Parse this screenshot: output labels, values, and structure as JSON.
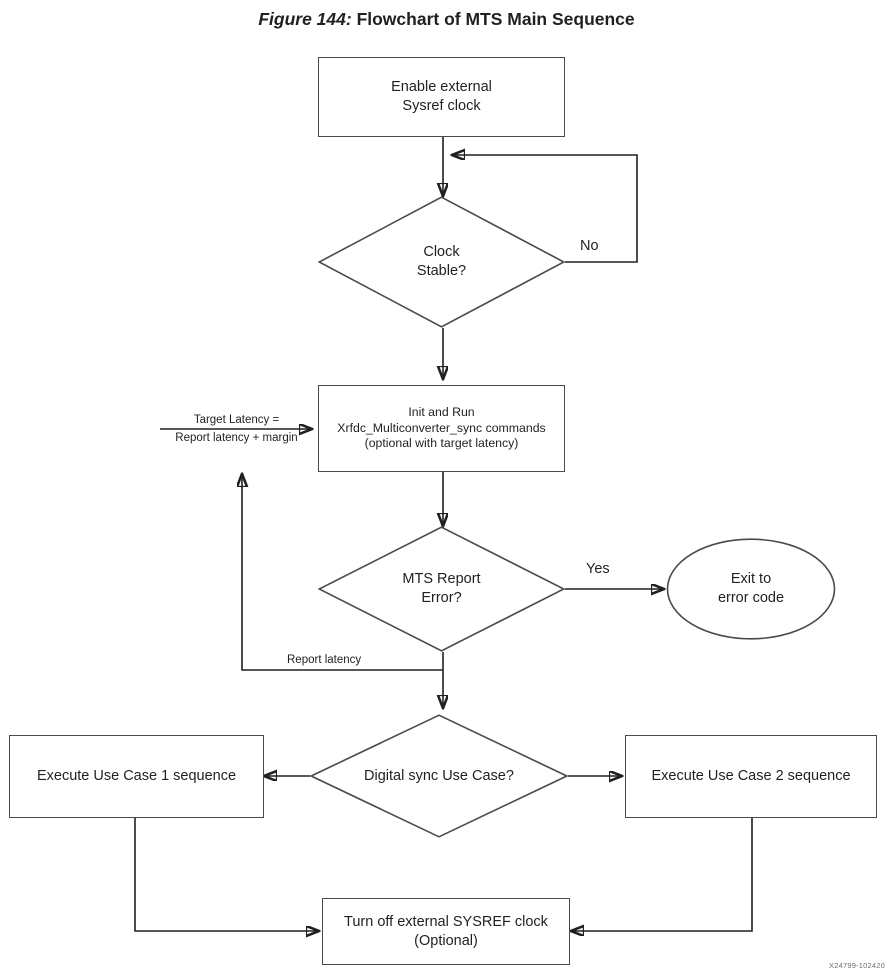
{
  "figure": {
    "number": "Figure 144:",
    "caption": "Flowchart of MTS Main Sequence",
    "code": "X24799-102420"
  },
  "chart_data": {
    "type": "diagram",
    "diagram_type": "flowchart",
    "title": "Flowchart of MTS Main Sequence",
    "nodes": [
      {
        "id": "n1",
        "shape": "process",
        "text": "Enable external\nSysref clock"
      },
      {
        "id": "n2",
        "shape": "decision",
        "text": "Clock\nStable?"
      },
      {
        "id": "n3",
        "shape": "process",
        "text": "Init and Run\nXrfdc_Multiconverter_sync commands\n(optional with target latency)"
      },
      {
        "id": "n4",
        "shape": "decision",
        "text": "MTS Report\nError?"
      },
      {
        "id": "n5",
        "shape": "terminator",
        "text": "Exit to\nerror code"
      },
      {
        "id": "n6",
        "shape": "decision",
        "text": "Digital sync Use Case?"
      },
      {
        "id": "n7",
        "shape": "process",
        "text": "Execute Use Case 1 sequence"
      },
      {
        "id": "n8",
        "shape": "process",
        "text": "Execute Use Case 2 sequence"
      },
      {
        "id": "n9",
        "shape": "process",
        "text": "Turn off external SYSREF clock\n(Optional)"
      }
    ],
    "edges": [
      {
        "from": "n1",
        "to": "n2",
        "label": ""
      },
      {
        "from": "n2",
        "to": "n1",
        "label": "No"
      },
      {
        "from": "n2",
        "to": "n3",
        "label": ""
      },
      {
        "from": "n3",
        "to": "n4",
        "label": ""
      },
      {
        "from": "n4",
        "to": "n5",
        "label": "Yes"
      },
      {
        "from": "n4",
        "to": "n3",
        "label": "Report latency"
      },
      {
        "from": "external",
        "to": "n3",
        "label": "Target Latency = / Report latency + margin"
      },
      {
        "from": "n4",
        "to": "n6",
        "label": ""
      },
      {
        "from": "n6",
        "to": "n7",
        "label": ""
      },
      {
        "from": "n6",
        "to": "n8",
        "label": ""
      },
      {
        "from": "n7",
        "to": "n9",
        "label": ""
      },
      {
        "from": "n8",
        "to": "n9",
        "label": ""
      }
    ]
  },
  "nodes": {
    "enable_sysref": {
      "line1": "Enable external",
      "line2": "Sysref clock"
    },
    "clock_stable": {
      "line1": "Clock",
      "line2": "Stable?"
    },
    "init_run": {
      "line1": "Init and Run",
      "line2": "Xrfdc_Multiconverter_sync commands",
      "line3": "(optional with target latency)"
    },
    "mts_report_error": {
      "line1": "MTS Report",
      "line2": "Error?"
    },
    "exit_error": {
      "line1": "Exit to",
      "line2": "error code"
    },
    "digital_sync": {
      "line1": "Digital sync Use Case?"
    },
    "use_case_1": {
      "line1": "Execute Use Case 1 sequence"
    },
    "use_case_2": {
      "line1": "Execute Use Case 2 sequence"
    },
    "turn_off_sysref": {
      "line1": "Turn off external SYSREF clock",
      "line2": "(Optional)"
    }
  },
  "edge_labels": {
    "no": "No",
    "yes": "Yes",
    "report_latency": "Report latency",
    "target_latency_top": "Target Latency =",
    "target_latency_bottom": "Report latency + margin"
  },
  "colors": {
    "stroke": "#4a4a4a",
    "text": "#231f20",
    "background": "#ffffff",
    "code": "#6f6f78"
  }
}
